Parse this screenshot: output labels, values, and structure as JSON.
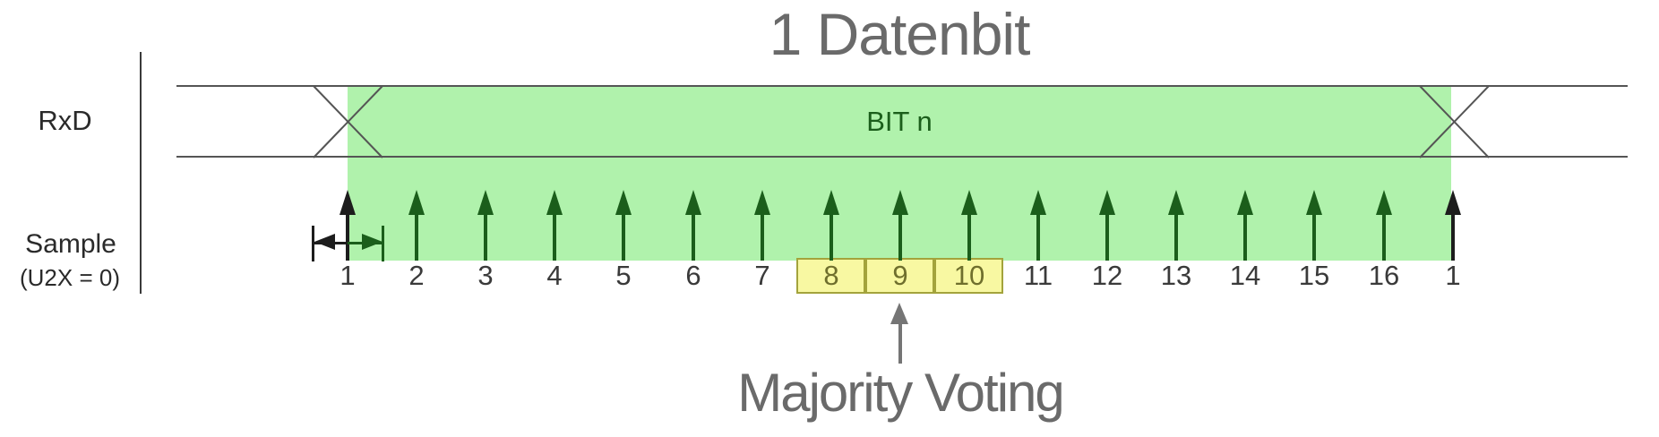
{
  "title": "1 Datenbit",
  "left_labels": {
    "rxd": "RxD",
    "sample": "Sample",
    "sample_mode": "(U2X = 0)"
  },
  "signal": {
    "bit_label": "BIT n"
  },
  "samples": {
    "items": [
      {
        "label": "1",
        "edge": true,
        "boxed": false
      },
      {
        "label": "2",
        "edge": false,
        "boxed": false
      },
      {
        "label": "3",
        "edge": false,
        "boxed": false
      },
      {
        "label": "4",
        "edge": false,
        "boxed": false
      },
      {
        "label": "5",
        "edge": false,
        "boxed": false
      },
      {
        "label": "6",
        "edge": false,
        "boxed": false
      },
      {
        "label": "7",
        "edge": false,
        "boxed": false
      },
      {
        "label": "8",
        "edge": false,
        "boxed": true
      },
      {
        "label": "9",
        "edge": false,
        "boxed": true
      },
      {
        "label": "10",
        "edge": false,
        "boxed": true
      },
      {
        "label": "11",
        "edge": false,
        "boxed": false
      },
      {
        "label": "12",
        "edge": false,
        "boxed": false
      },
      {
        "label": "13",
        "edge": false,
        "boxed": false
      },
      {
        "label": "14",
        "edge": false,
        "boxed": false
      },
      {
        "label": "15",
        "edge": false,
        "boxed": false
      },
      {
        "label": "16",
        "edge": false,
        "boxed": false
      },
      {
        "label": "1",
        "edge": true,
        "boxed": false
      }
    ]
  },
  "majority": {
    "label": "Majority Voting"
  },
  "colors": {
    "bit_fill": "#b0f2ac",
    "sample_arrow": "#1b5e1b",
    "edge_arrow": "#1d1d1d",
    "box_fill": "#f8f8a2",
    "box_border": "#a3a33c",
    "box_number": "#6f6f2d",
    "number": "#3a3a3a",
    "heading": "#6a6a6a",
    "line": "#555555",
    "pointer": "#757575"
  }
}
